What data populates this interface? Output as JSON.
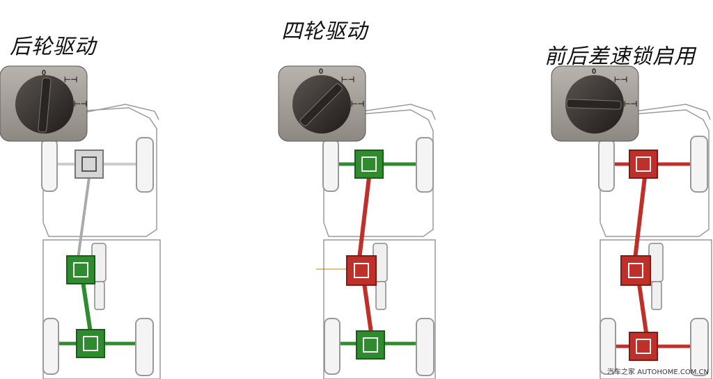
{
  "panels": [
    {
      "title": "后轮驱动",
      "dial_zero": "0",
      "mode": "rwd"
    },
    {
      "title": "四轮驱动",
      "dial_zero": "0",
      "mode": "4wd"
    },
    {
      "title": "前后差速锁启用",
      "dial_zero": "0",
      "mode": "lock"
    }
  ],
  "watermark": "汽车之家  AUTOHOME.COM.CN",
  "colors": {
    "green": "#2e8b2e",
    "red": "#c0302a",
    "white_box": "#dddddd",
    "knob_bg": "#3a3430",
    "chassis": "#888888"
  },
  "icons": {
    "dial": "selector-dial-icon",
    "diff": "differential-icon",
    "wheel": "wheel-icon",
    "lock": "diff-lock-icon"
  }
}
